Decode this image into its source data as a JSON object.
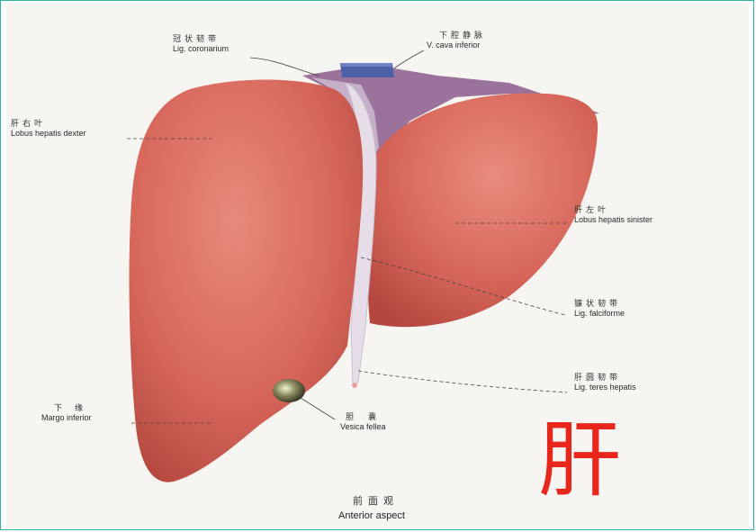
{
  "labels": {
    "coronary": {
      "zh": "冠状韧带",
      "en": "Lig. coronarium"
    },
    "ivc": {
      "zh": "下腔静脉",
      "en": "V. cava inferior"
    },
    "right_lobe": {
      "zh": "肝右叶",
      "en": "Lobus hepatis dexter"
    },
    "left_lobe": {
      "zh": "肝左叶",
      "en": "Lobus hepatis sinister"
    },
    "falciform": {
      "zh": "镰状韧带",
      "en": "Lig. falciforme"
    },
    "teres": {
      "zh": "肝圆韧带",
      "en": "Lig. teres hepatis"
    },
    "margo": {
      "zh": "下缘",
      "en": "Margo inferior"
    },
    "vesica": {
      "zh": "胆囊",
      "en": "Vesica fellea"
    }
  },
  "caption": {
    "zh": "前面观",
    "en": "Anterior aspect"
  },
  "title_char": "肝",
  "colors": {
    "liver": "#d8655a",
    "liver_dark": "#b94840",
    "ligament": "#8b5a8c",
    "title": "#e8261c",
    "border": "#2fb3a0"
  }
}
